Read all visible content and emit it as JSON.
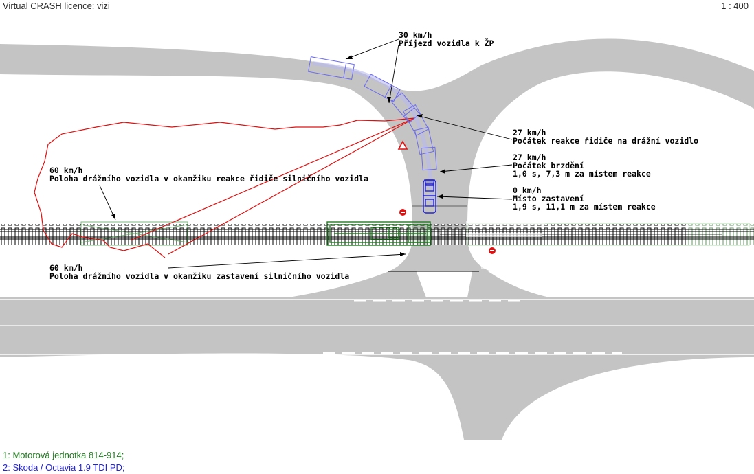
{
  "header": {
    "title": "Virtual CRASH licence: vizi",
    "scale": "1 : 400"
  },
  "annotations": {
    "approach": {
      "speed": "30 km/h",
      "text": "Příjezd vozidla k ŽP"
    },
    "reaction": {
      "speed": "27 km/h",
      "text": "Počátek reakce řidiče na drážní vozidlo"
    },
    "braking": {
      "speed": "27 km/h",
      "text": "Počátek brzdění",
      "detail": "1,0 s, 7,3 m za místem reakce"
    },
    "stop": {
      "speed": "0 km/h",
      "text": "Místo zastavení",
      "detail": "1,9 s, 11,1 m za místem reakce"
    },
    "train_reaction": {
      "speed": "60 km/h",
      "text": "Poloha drážního vozidla v okamžiku reakce řidiče silničního vozidla"
    },
    "train_stop": {
      "speed": "60 km/h",
      "text": "Poloha drážního vozidla v okamžiku zastavení silničního vozidla"
    }
  },
  "legend": [
    {
      "label": "1: Motorová jednotka 814-914;",
      "color": "#1f7a1f"
    },
    {
      "label": "2: Skoda / Octavia 1.9 TDI PD;",
      "color": "#2323d8"
    }
  ],
  "colors": {
    "road": "#c4c4c4",
    "train": "#1f7a1f",
    "car": "#2323d8",
    "sightline": "#e01010"
  },
  "icons": [
    "warning-triangle-icon",
    "stop-sign-icon"
  ]
}
